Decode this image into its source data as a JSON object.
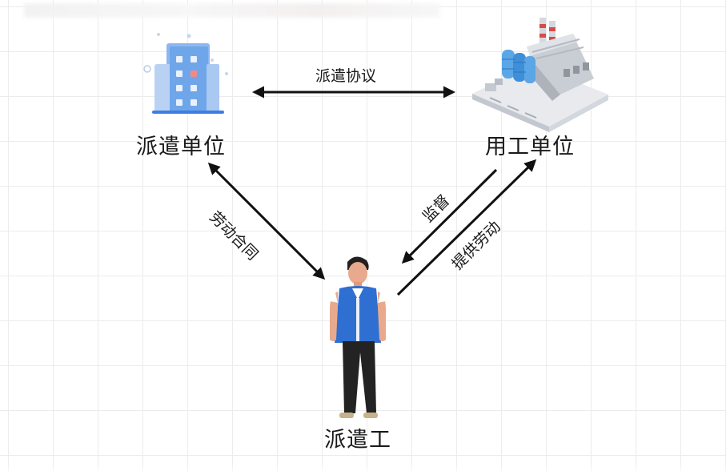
{
  "nodes": {
    "dispatch_unit": "派遣单位",
    "employer_unit": "用工单位",
    "worker": "派遣工"
  },
  "relations": {
    "dispatch_agreement": "派遣协议",
    "labor_contract": "劳动合同",
    "supervision": "监督",
    "provide_labor": "提供劳动"
  },
  "icons": {
    "dispatch_unit": "office-building-icon",
    "employer_unit": "factory-icon",
    "worker": "worker-person-icon"
  },
  "colors": {
    "building_blue": "#6fa6ea",
    "vest_blue": "#2f6fd1",
    "arrow": "#111111"
  }
}
